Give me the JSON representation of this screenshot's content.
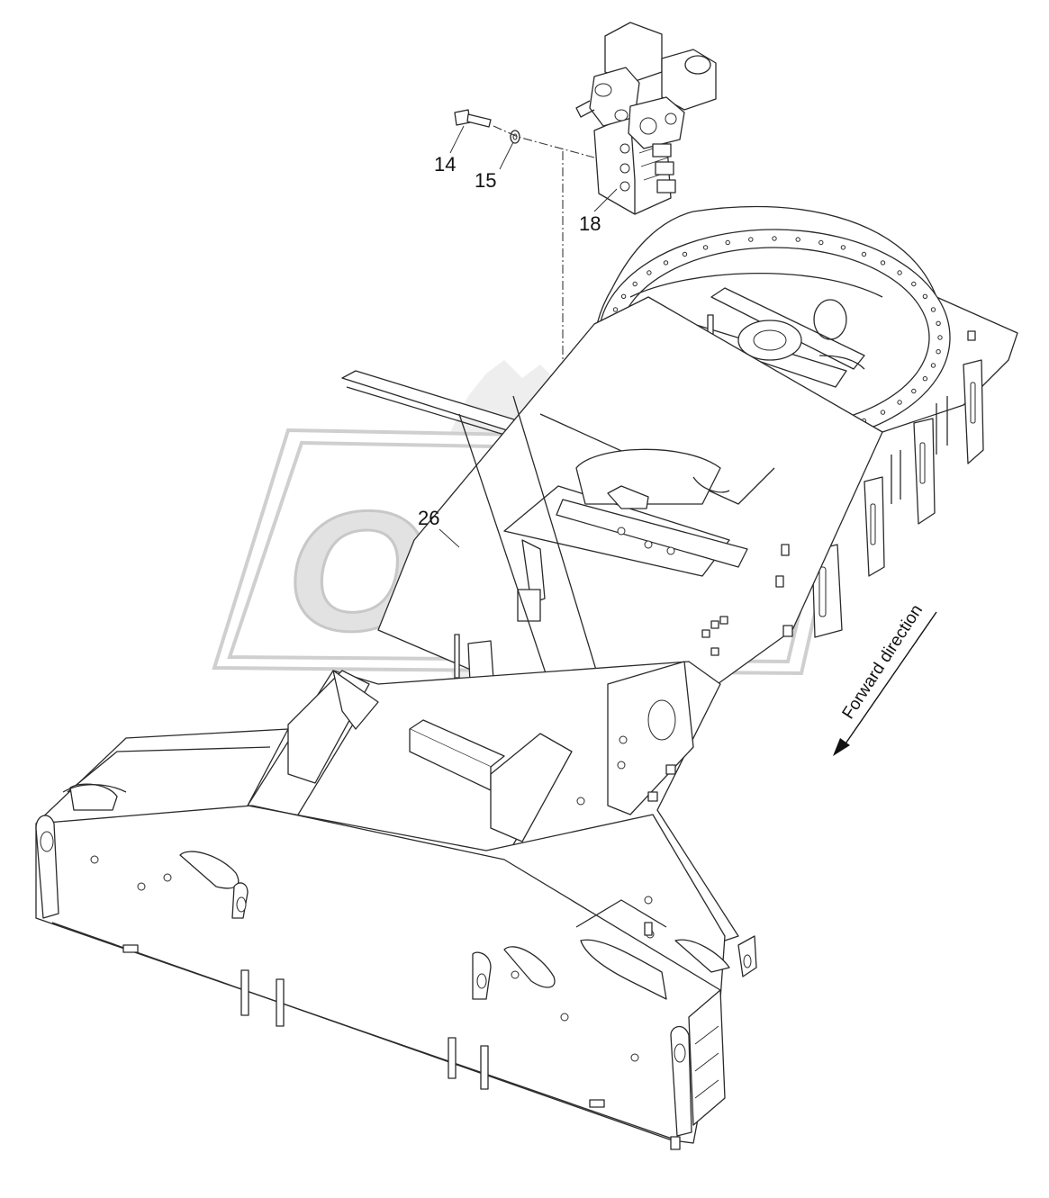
{
  "diagram": {
    "watermark": "OPEX",
    "direction_label": "Forward direction",
    "callouts": [
      {
        "id": "14",
        "label": "14"
      },
      {
        "id": "15",
        "label": "15"
      },
      {
        "id": "18",
        "label": "18"
      },
      {
        "id": "26",
        "label": "26"
      }
    ],
    "colors": {
      "line": "#2a2a2a",
      "background": "#ffffff",
      "watermark": "#d9d9d9"
    }
  }
}
